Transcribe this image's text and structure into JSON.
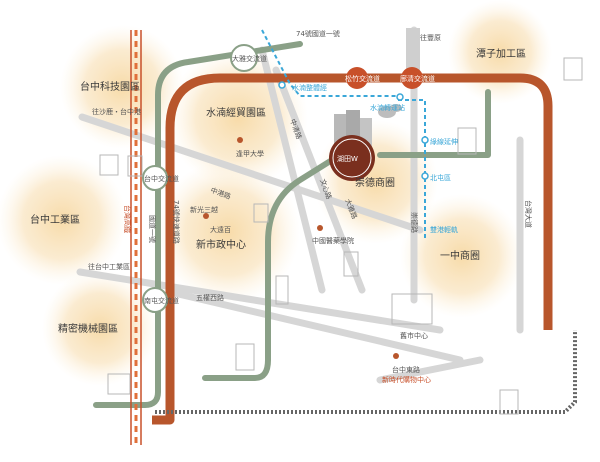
{
  "map": {
    "colors": {
      "glow": "#f7d9a4",
      "main_road": "#b8562c",
      "green_road": "#8aa087",
      "road_gray": "#d6d6d6",
      "rail": "#666666",
      "orange_dash": "#e0703a",
      "blue_dash": "#3aa7d8"
    },
    "zones": {
      "taichung_tech_park": "台中科技園區",
      "shuinan_trade_park": "水湳經貿園區",
      "taichung_industrial_zone": "台中工業區",
      "precision_machinery_park": "精密機械園區",
      "chongde_district": "崇德商圈",
      "yizhong_district": "一中商圈",
      "tanzi_export_zone": "潭子加工區"
    },
    "roads": {
      "to_shalu_wuqi": "往沙鹿・台中港",
      "to_taichung_industrial": "往台中工業區",
      "to_fengyuan": "往豐原",
      "freeway_74_horizontal": "74號國道一號",
      "freeway_74_vertical": "74號快速道路",
      "zhongqing_rd": "中清路",
      "wenxin_rd": "文心路",
      "dayan_rd": "大雅路",
      "zhonggang_rd": "中港路",
      "wuquan_w_rd": "五權西路",
      "chongde_rd": "崇德路",
      "taiwan_blvd": "台灣大道",
      "national_hwy_1": "國道一號",
      "taichung_east_rd": "台中東路",
      "taiwan_rail_line": "台灣高鐵",
      "taiwan_hwy_mark": "台一高鐵"
    },
    "interchanges": {
      "daya": "大雅交流道",
      "taichung": "台中交流道",
      "nantun": "南屯交流道",
      "songzhu": "松竹交流道",
      "jingxian": "廍清交流道"
    },
    "mrt": {
      "shuinan_station": "水湳整體經",
      "wenhua_station": "水湳轉運站",
      "lines_note": "綠線延伸",
      "huanzhong": "北屯區",
      "dual_line": "雙港輕軌"
    },
    "landmarks": {
      "fengjia": "逢甲大學",
      "xinguang": "新光三越",
      "dayuan": "大遠百",
      "xinshi_center": "新市政中心",
      "cmu_hospital": "中國醫藥學院",
      "old_city_center": "舊市中心",
      "shin_kong_mall": "新時代購物中心",
      "project_logo": "湖田W"
    }
  }
}
